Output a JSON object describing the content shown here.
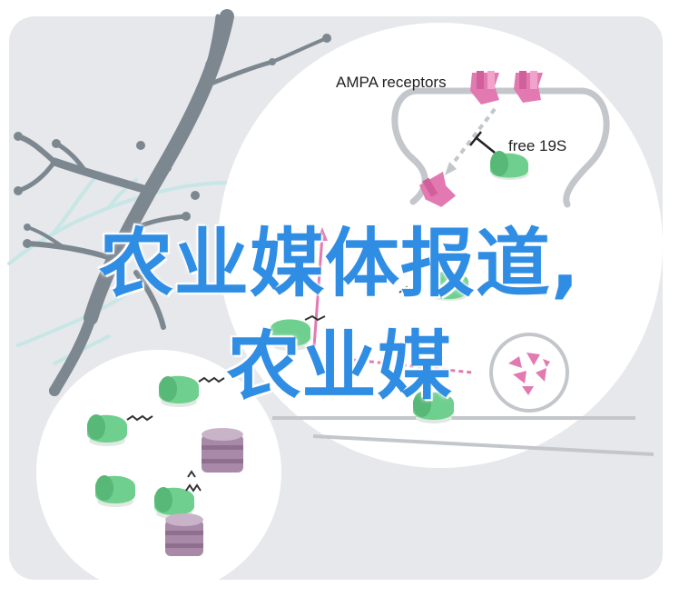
{
  "labels": {
    "ampa": "AMPA receptors",
    "free19s": "free 19S"
  },
  "overlay": {
    "line1": "农业媒体报道,",
    "line2": "农业媒"
  },
  "colors": {
    "background_panel": "#e6e8eb",
    "tree": "#7c8790",
    "teal_branch": "#bfe3e4",
    "circle_fill": "#ffffff",
    "membrane": "#bfc3c7",
    "receptor": "#e27ab1",
    "proteasome": "#6fcf8f",
    "barrel": "#a88aa8",
    "title": "#2f8de4"
  }
}
